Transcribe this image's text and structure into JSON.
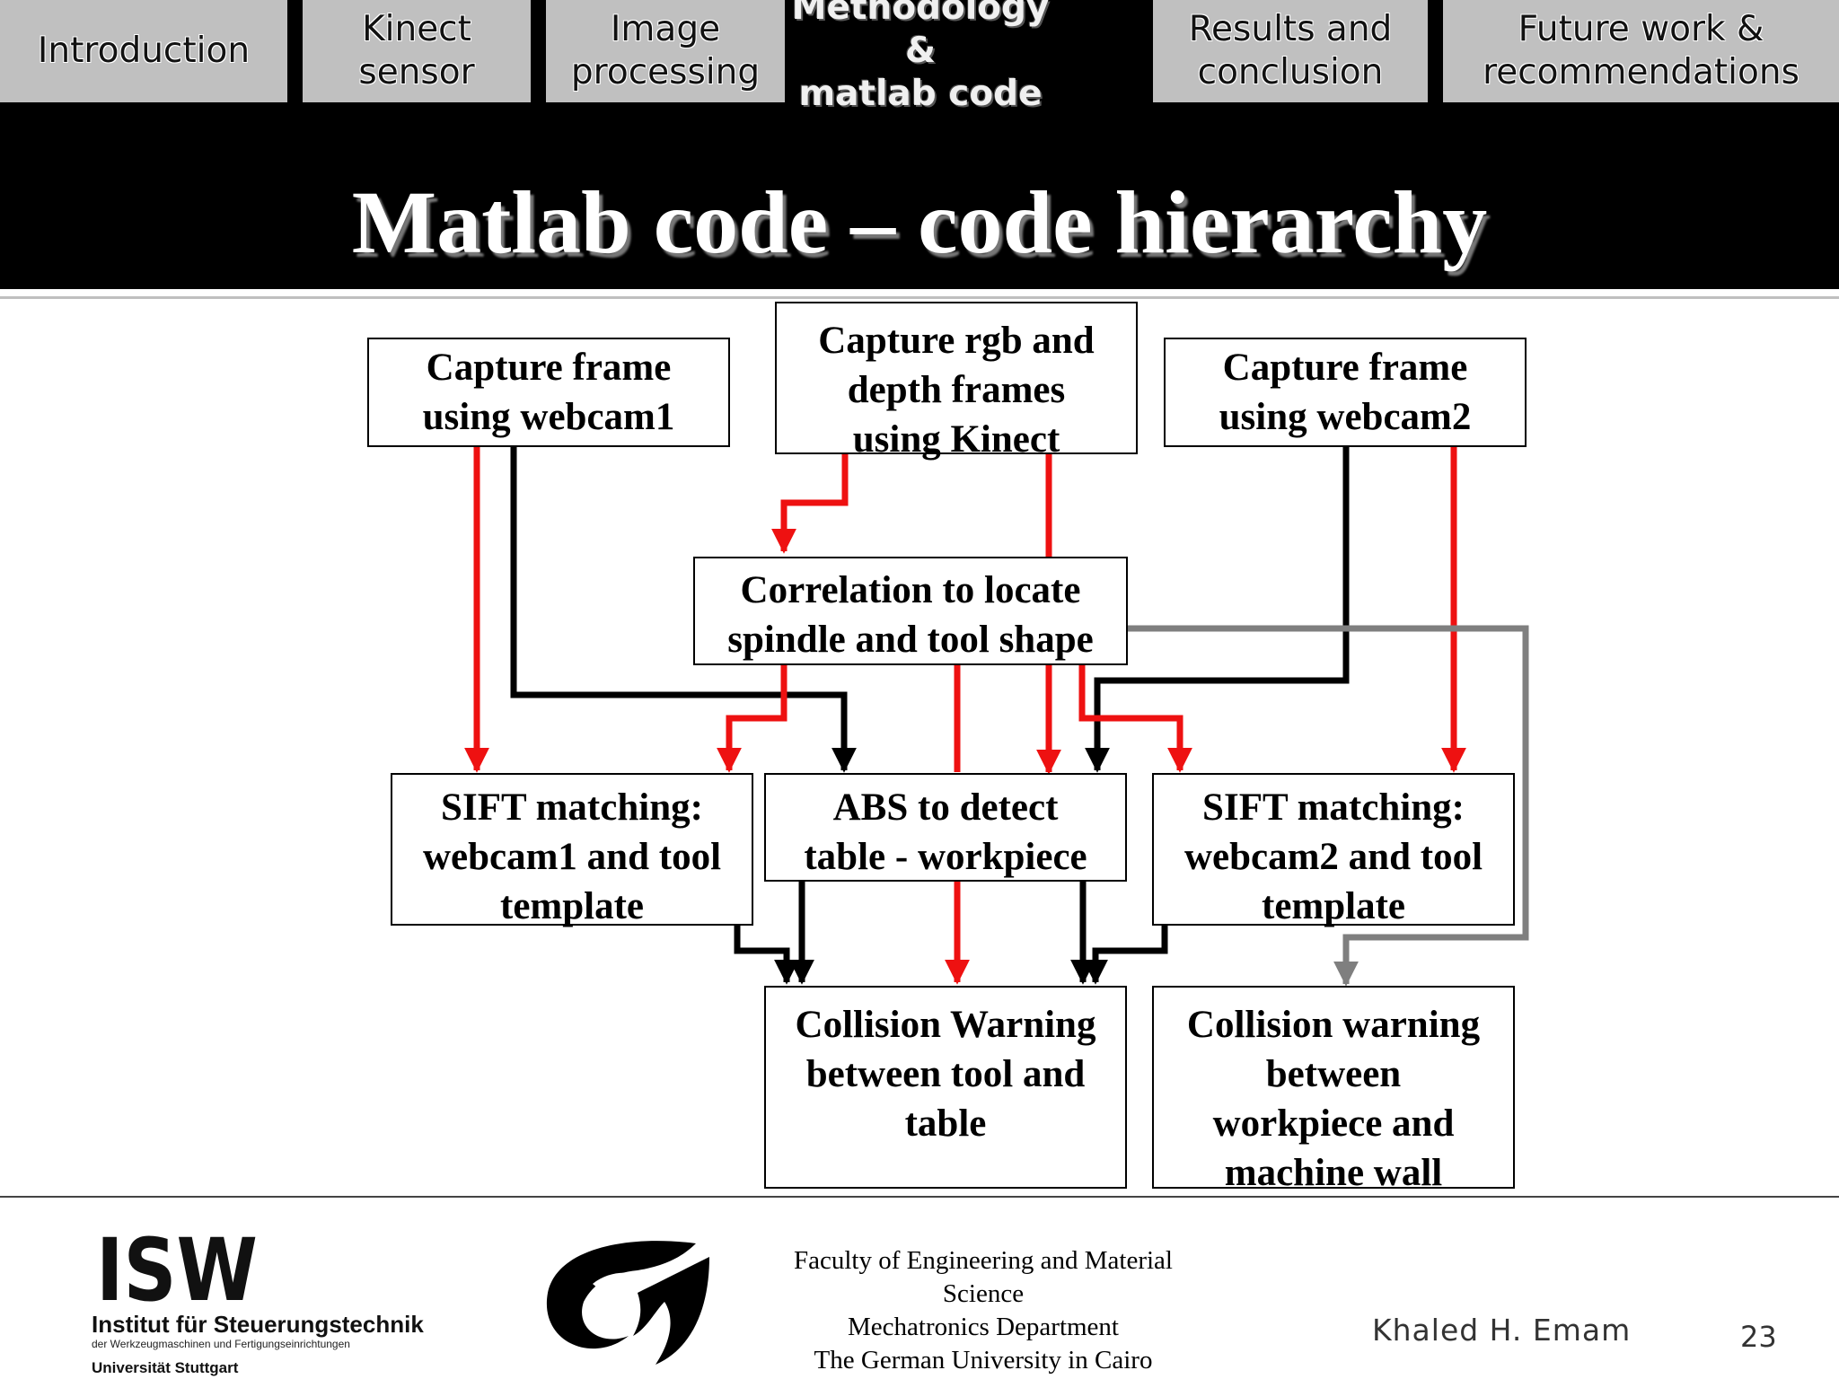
{
  "nav": {
    "tabs": [
      {
        "label": "Introduction",
        "active": false
      },
      {
        "label": "Kinect\nsensor",
        "active": false
      },
      {
        "label": "Image\nprocessing",
        "active": false
      },
      {
        "label": "Methodology &\nmatlab code",
        "active": true
      },
      {
        "label": "Results and\nconclusion",
        "active": false
      },
      {
        "label": "Future work &\nrecommendations",
        "active": false
      }
    ]
  },
  "slide": {
    "title": "Matlab code – code hierarchy"
  },
  "diagram": {
    "nodes": {
      "webcam1": "Capture frame\nusing webcam1",
      "kinect": "Capture rgb and\ndepth frames\nusing Kinect",
      "webcam2": "Capture frame\nusing webcam2",
      "correlation": "Correlation to locate\nspindle and tool shape",
      "sift1": "SIFT matching:\nwebcam1 and tool\ntemplate",
      "abs": "ABS to detect\ntable - workpiece",
      "sift2": "SIFT matching:\nwebcam2 and tool\ntemplate",
      "collision_tool": "Collision Warning\nbetween tool and\ntable",
      "collision_wall": "Collision warning\nbetween\nworkpiece and\nmachine wall"
    },
    "edge_colors": {
      "red": "#ee1111",
      "black": "#000000",
      "gray": "#7f7f7f"
    },
    "edges": [
      {
        "from": "webcam1",
        "to": "sift1",
        "color": "red"
      },
      {
        "from": "webcam1",
        "to": "abs",
        "color": "black"
      },
      {
        "from": "kinect",
        "to": "correlation",
        "color": "red"
      },
      {
        "from": "kinect",
        "to": "abs",
        "color": "red"
      },
      {
        "from": "webcam2",
        "to": "abs",
        "color": "black"
      },
      {
        "from": "webcam2",
        "to": "sift2",
        "color": "red"
      },
      {
        "from": "correlation",
        "to": "sift1",
        "color": "red"
      },
      {
        "from": "correlation",
        "to": "sift2",
        "color": "red"
      },
      {
        "from": "correlation",
        "to": "abs",
        "color": "red"
      },
      {
        "from": "correlation",
        "to": "collision_wall",
        "color": "gray"
      },
      {
        "from": "sift1",
        "to": "collision_tool",
        "color": "black"
      },
      {
        "from": "abs",
        "to": "collision_tool",
        "color": "black"
      },
      {
        "from": "abs",
        "to": "collision_tool",
        "color": "red"
      },
      {
        "from": "sift2",
        "to": "collision_tool",
        "color": "black"
      }
    ]
  },
  "footer": {
    "institute_logo_text": "ISW",
    "institute_name": "Institut für Steuerungstechnik",
    "institute_subtitle": "der Werkzeugmaschinen und Fertigungseinrichtungen",
    "university": "Universität Stuttgart",
    "faculty_lines": [
      "Faculty of Engineering and Material",
      "Science",
      "Mechatronics Department",
      "The German University in Cairo"
    ],
    "author": "Khaled H. Emam",
    "page_number": "23"
  }
}
